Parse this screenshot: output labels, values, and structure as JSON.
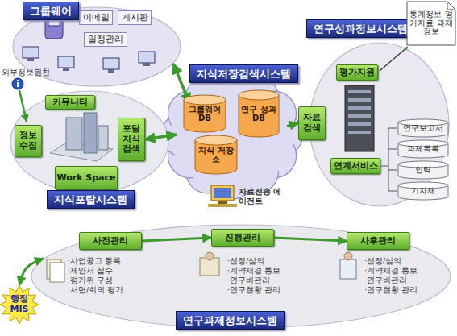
{
  "diagram": {
    "nodes": [
      {
        "text": [
          "그룹웨어"
        ]
      },
      {
        "text": [
          "이메일"
        ],
        "in": 0
      },
      {
        "text": [
          "게시판"
        ],
        "in": 0
      },
      {
        "text": [
          "일정관리"
        ],
        "in": 0
      },
      {
        "text": [
          "연구성과정보시스템"
        ]
      },
      {
        "text": [
          "통계정보 평가자료 과제정보"
        ]
      },
      {
        "text": [
          "평가지원"
        ],
        "in": 4
      },
      {
        "text": [
          "지식저장검색시스템"
        ]
      },
      {
        "text": [
          "그룹웨어 DB"
        ],
        "in": 7
      },
      {
        "text": [
          "연구 성과 DB"
        ],
        "in": 7
      },
      {
        "text": [
          "지식 저장소"
        ],
        "in": 7
      },
      {
        "text": [
          "자료 검색"
        ]
      },
      {
        "text": [
          "지식포탈시스템"
        ]
      },
      {
        "text": [
          "커뮤니티"
        ],
        "in": 12
      },
      {
        "text": [
          "정보 수집"
        ],
        "in": 12
      },
      {
        "text": [
          "포탈 지식 검색"
        ],
        "in": 12
      },
      {
        "text": [
          "연계서비스"
        ],
        "in": 4
      },
      {
        "text": [
          "연구보고서"
        ]
      },
      {
        "text": [
          "과제목록"
        ]
      },
      {
        "text": [
          "인력"
        ]
      },
      {
        "text": [
          "기자재"
        ]
      },
      {
        "text": [
          "Work Space"
        ],
        "in": 12
      },
      {
        "text": [
          "연구과제정보시스템"
        ]
      },
      {
        "text": [
          "사전관리"
        ],
        "in": 22
      },
      {
        "text": [
          "진행관리"
        ],
        "in": 22
      },
      {
        "text": [
          "사후관리"
        ],
        "in": 22
      },
      {
        "text": [
          "행정 MIS"
        ]
      }
    ],
    "edges": [
      {
        "from": 0,
        "to": 7,
        "arrow": "both"
      },
      {
        "from": 15,
        "to": 7,
        "arrow": "both"
      },
      {
        "from": 7,
        "to": 11,
        "arrow": "to"
      },
      {
        "from": 23,
        "to": 24,
        "arrow": "to"
      },
      {
        "from": 24,
        "to": 25,
        "arrow": "to"
      },
      {
        "from": 26,
        "to": 22,
        "arrow": "both"
      }
    ],
    "labels": [
      "외부정보원천",
      "자료전송 에이전트",
      "·사업공고 등록",
      "·제안서 접수",
      "·평가위 구성",
      "·서면/회의 평가",
      "·선정/심의",
      "·계약체결 통보",
      "·연구비관리",
      "·연구현황 관리",
      "·선정/심의",
      "·계약체결 통보",
      "·연구비관리",
      "·연구현황 관리"
    ]
  }
}
